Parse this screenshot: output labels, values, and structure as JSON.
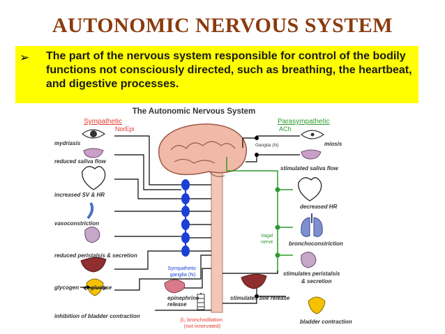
{
  "slide": {
    "title": "AUTONOMIC NERVOUS SYSTEM",
    "definition": "The part of the nervous system responsible for control of the bodily functions not consciously directed, such as breathing, the heartbeat, and digestive processes."
  },
  "diagram": {
    "title": "The Autonomic Nervous System",
    "sympathetic": {
      "label": "Sympathetic",
      "transmitter": "NorEpi",
      "ganglia": [
        "Sympathetic",
        "ganglia (N)"
      ]
    },
    "parasympathetic": {
      "label": "Parasympathetic",
      "transmitter": "ACh",
      "ganglia": "Ganglia (N)",
      "vagal": [
        "Vagal",
        "nerve"
      ]
    },
    "left_effects": [
      "mydriasis",
      "reduced saliva flow",
      "increased SV & HR",
      "vasoconstriction",
      "reduced peristalsis & secretion",
      "glycogen",
      "glucose",
      "inhibition of bladder contraction"
    ],
    "epinephrine": [
      "epinephrine",
      "release"
    ],
    "beta2": [
      "β₂ bronchodilation",
      "(not innervated)"
    ],
    "bile": "stimulates bile release",
    "right_effects": [
      "miosis",
      "stimulated saliva flow",
      "decreased HR",
      "bronchoconstriction",
      "stimulates peristalsis",
      "& secretion",
      "bladder contraction"
    ],
    "colors": {
      "sympathetic": "#e23b2e",
      "parasympathetic": "#2e9a2e",
      "ganglion": "#1c3fd6",
      "cord": "#f2c7b8",
      "brain": "#f1b9a7"
    }
  }
}
